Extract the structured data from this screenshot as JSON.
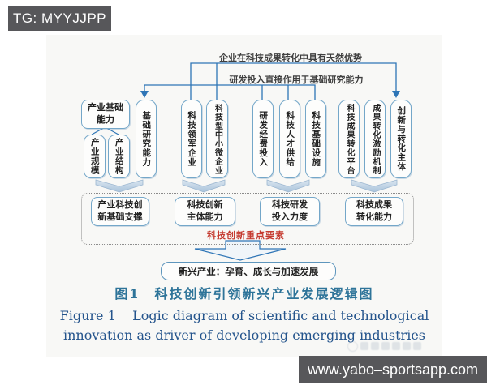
{
  "badges": {
    "top": "TG: MYYJJPP",
    "bottom": "www.yabo–sportsapp.com"
  },
  "diagram": {
    "annotation_top": "企业在科技成果转化中具有天然优势",
    "annotation_mid": "研发投入直接作用于基础研究能力",
    "left_cluster": {
      "parent_line1": "产业基础",
      "parent_line2": "能力",
      "child1": "产业规模",
      "child2": "产业结构"
    },
    "columns": [
      "基础研究能力",
      "科技领军企业",
      "科技型中小微企业",
      "研发经费投入",
      "科技人才供给",
      "科技基础设施",
      "科技成果转化平台",
      "成果转化激励机制",
      "创新与转化主体"
    ],
    "factors": [
      {
        "line1": "产业科技创",
        "line2": "新基础支撑"
      },
      {
        "line1": "科技创新",
        "line2": "主体能力"
      },
      {
        "line1": "科技研发",
        "line2": "投入力度"
      },
      {
        "line1": "科技成果",
        "line2": "转化能力"
      }
    ],
    "factors_label": "科技创新重点要素",
    "result": "新兴产业：孕育、成长与加速发展",
    "caption_zh": "图1　科技创新引领新兴产业发展逻辑图",
    "caption_en_1": "Figure 1    Logic diagram of scientific and technological",
    "caption_en_2": "innovation as driver of developing emerging industries",
    "colors": {
      "connector_line": "#2e75b6",
      "box_border": "#74a7c9",
      "chevron_fill": "#b9cee3",
      "red_label": "#c53b30",
      "caption_zh": "#2e7499",
      "caption_en": "#24548c",
      "badge_bg": "#57575a",
      "panel_bg": "#f8f8f6"
    }
  }
}
